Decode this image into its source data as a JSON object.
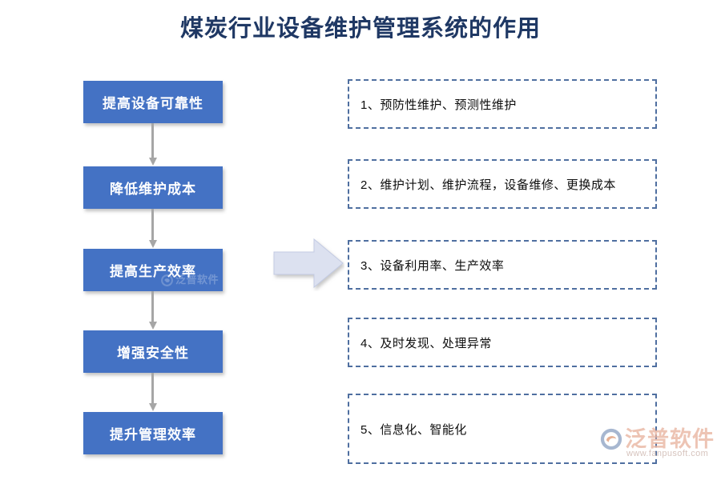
{
  "page": {
    "title": "煤炭行业设备维护管理系统的作用",
    "background_color": "#ffffff",
    "title_color": "#1f3864"
  },
  "flow": {
    "box_color": "#4472c4",
    "box_text_color": "#ffffff",
    "connector_color": "#a6a6a6",
    "boxes": [
      {
        "label": "提高设备可靠性"
      },
      {
        "label": "降低维护成本"
      },
      {
        "label": "提高生产效率"
      },
      {
        "label": "增强安全性"
      },
      {
        "label": "提升管理效率"
      }
    ]
  },
  "arrow": {
    "name": "right-block-arrow",
    "fill_color": "#dce1f0",
    "stroke_color": "#b9c2dd"
  },
  "details": {
    "border_color": "#4f6fa0",
    "text_color": "#0d0d0d",
    "items": [
      {
        "label": "1、预防性维护、预测性维护"
      },
      {
        "label": "2、维护计划、维护流程，设备维修、更换成本"
      },
      {
        "label": "3、设备利用率、生产效率"
      },
      {
        "label": "4、及时发现、处理异常"
      },
      {
        "label": "5、信息化、智能化"
      }
    ]
  },
  "watermark": {
    "brand": "泛普软件",
    "url": "www.fanpusoft.com",
    "brand_color": "#e8b4a0",
    "url_color": "#cbb3ab"
  }
}
